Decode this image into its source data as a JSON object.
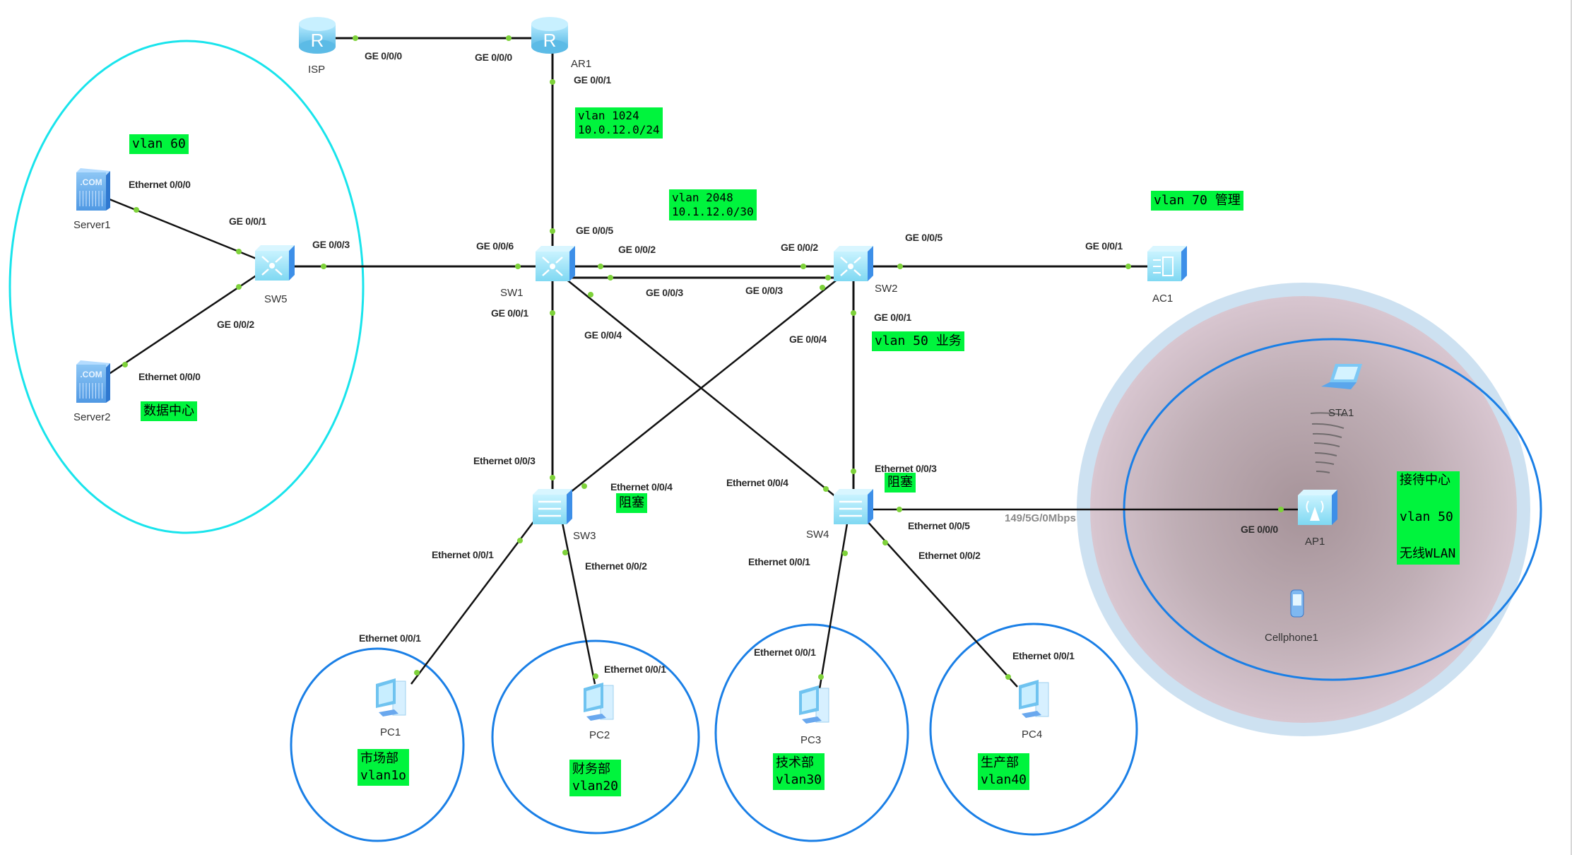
{
  "diagram": {
    "devices": [
      {
        "id": "ISP",
        "label": "ISP",
        "type": "router",
        "icon": "router-icon"
      },
      {
        "id": "AR1",
        "label": "AR1",
        "type": "router",
        "icon": "router-icon"
      },
      {
        "id": "SW1",
        "label": "SW1",
        "type": "l3-switch",
        "icon": "l3-switch-icon"
      },
      {
        "id": "SW2",
        "label": "SW2",
        "type": "l3-switch",
        "icon": "l3-switch-icon"
      },
      {
        "id": "SW5",
        "label": "SW5",
        "type": "l3-switch",
        "icon": "l3-switch-icon"
      },
      {
        "id": "SW3",
        "label": "SW3",
        "type": "l2-switch",
        "icon": "l2-switch-icon"
      },
      {
        "id": "SW4",
        "label": "SW4",
        "type": "l2-switch",
        "icon": "l2-switch-icon"
      },
      {
        "id": "AC1",
        "label": "AC1",
        "type": "access-controller",
        "icon": "access-controller-icon"
      },
      {
        "id": "AP1",
        "label": "AP1",
        "type": "access-point",
        "icon": "access-point-icon"
      },
      {
        "id": "Server1",
        "label": "Server1",
        "type": "server",
        "icon": "server-icon"
      },
      {
        "id": "Server2",
        "label": "Server2",
        "type": "server",
        "icon": "server-icon"
      },
      {
        "id": "PC1",
        "label": "PC1",
        "type": "pc",
        "icon": "pc-icon"
      },
      {
        "id": "PC2",
        "label": "PC2",
        "type": "pc",
        "icon": "pc-icon"
      },
      {
        "id": "PC3",
        "label": "PC3",
        "type": "pc",
        "icon": "pc-icon"
      },
      {
        "id": "PC4",
        "label": "PC4",
        "type": "pc",
        "icon": "pc-icon"
      },
      {
        "id": "STA1",
        "label": "STA1",
        "type": "laptop",
        "icon": "laptop-icon"
      },
      {
        "id": "Cellphone1",
        "label": "Cellphone1",
        "type": "cellphone",
        "icon": "cellphone-icon"
      }
    ],
    "links": [
      {
        "a": "ISP",
        "a_port": "GE 0/0/0",
        "b": "AR1",
        "b_port": "GE 0/0/0"
      },
      {
        "a": "AR1",
        "a_port": "GE 0/0/1",
        "b": "SW1",
        "b_port": "GE 0/0/5"
      },
      {
        "a": "SW5",
        "a_port": "GE 0/0/3",
        "b": "SW1",
        "b_port": "GE 0/0/6"
      },
      {
        "a": "Server1",
        "a_port": "Ethernet 0/0/0",
        "b": "SW5",
        "b_port": "GE 0/0/1"
      },
      {
        "a": "Server2",
        "a_port": "Ethernet 0/0/0",
        "b": "SW5",
        "b_port": "GE 0/0/2"
      },
      {
        "a": "SW1",
        "a_port": "GE 0/0/2",
        "b": "SW2",
        "b_port": "GE 0/0/2"
      },
      {
        "a": "SW1",
        "a_port": "GE 0/0/3",
        "b": "SW2",
        "b_port": "GE 0/0/3"
      },
      {
        "a": "SW2",
        "a_port": "GE 0/0/5",
        "b": "AC1",
        "b_port": "GE 0/0/1"
      },
      {
        "a": "SW1",
        "a_port": "GE 0/0/1",
        "b": "SW3",
        "b_port": "Ethernet 0/0/3"
      },
      {
        "a": "SW1",
        "a_port": "GE 0/0/4",
        "b": "SW4",
        "b_port": "Ethernet 0/0/4"
      },
      {
        "a": "SW2",
        "a_port": "GE 0/0/4",
        "b": "SW3",
        "b_port": "Ethernet 0/0/4"
      },
      {
        "a": "SW2",
        "a_port": "GE 0/0/1",
        "b": "SW4",
        "b_port": "Ethernet 0/0/3"
      },
      {
        "a": "SW4",
        "a_port": "Ethernet 0/0/5",
        "b": "AP1",
        "b_port": "GE 0/0/0",
        "speed": "149/5G/0Mbps"
      },
      {
        "a": "SW3",
        "a_port": "Ethernet 0/0/1",
        "b": "PC1",
        "b_port": "Ethernet 0/0/1"
      },
      {
        "a": "SW3",
        "a_port": "Ethernet 0/0/2",
        "b": "PC2",
        "b_port": "Ethernet 0/0/1"
      },
      {
        "a": "SW4",
        "a_port": "Ethernet 0/0/1",
        "b": "PC3",
        "b_port": "Ethernet 0/0/1"
      },
      {
        "a": "SW4",
        "a_port": "Ethernet 0/0/2",
        "b": "PC4",
        "b_port": "Ethernet 0/0/1"
      }
    ],
    "notes": {
      "vlan1024": "vlan 1024\n10.0.12.0/24",
      "vlan2048": "vlan 2048\n10.1.12.0/30",
      "vlan60": "vlan 60",
      "datacenter": "数据中心",
      "vlan70": "vlan 70 管理",
      "vlan50": "vlan 50 业务",
      "blocked_sw3": "阻塞",
      "blocked_sw4": "阻塞",
      "reception": "接待中心\n\nvlan 50\n\n无线WLAN",
      "pc1_dept": "市场部\nvlan1o",
      "pc2_dept": "财务部\nvlan20",
      "pc3_dept": "技术部\nvlan30",
      "pc4_dept": "生产部\nvlan40"
    },
    "colors": {
      "link": "#111111",
      "port_dot": "#7ed23a",
      "note_bg": "#00f43d",
      "datacenter_zone": "#19e4ec",
      "dept_zone": "#1a7fe6",
      "wlan_outer": "#cde1f1",
      "wlan_inner": "#b5a6ac"
    }
  }
}
